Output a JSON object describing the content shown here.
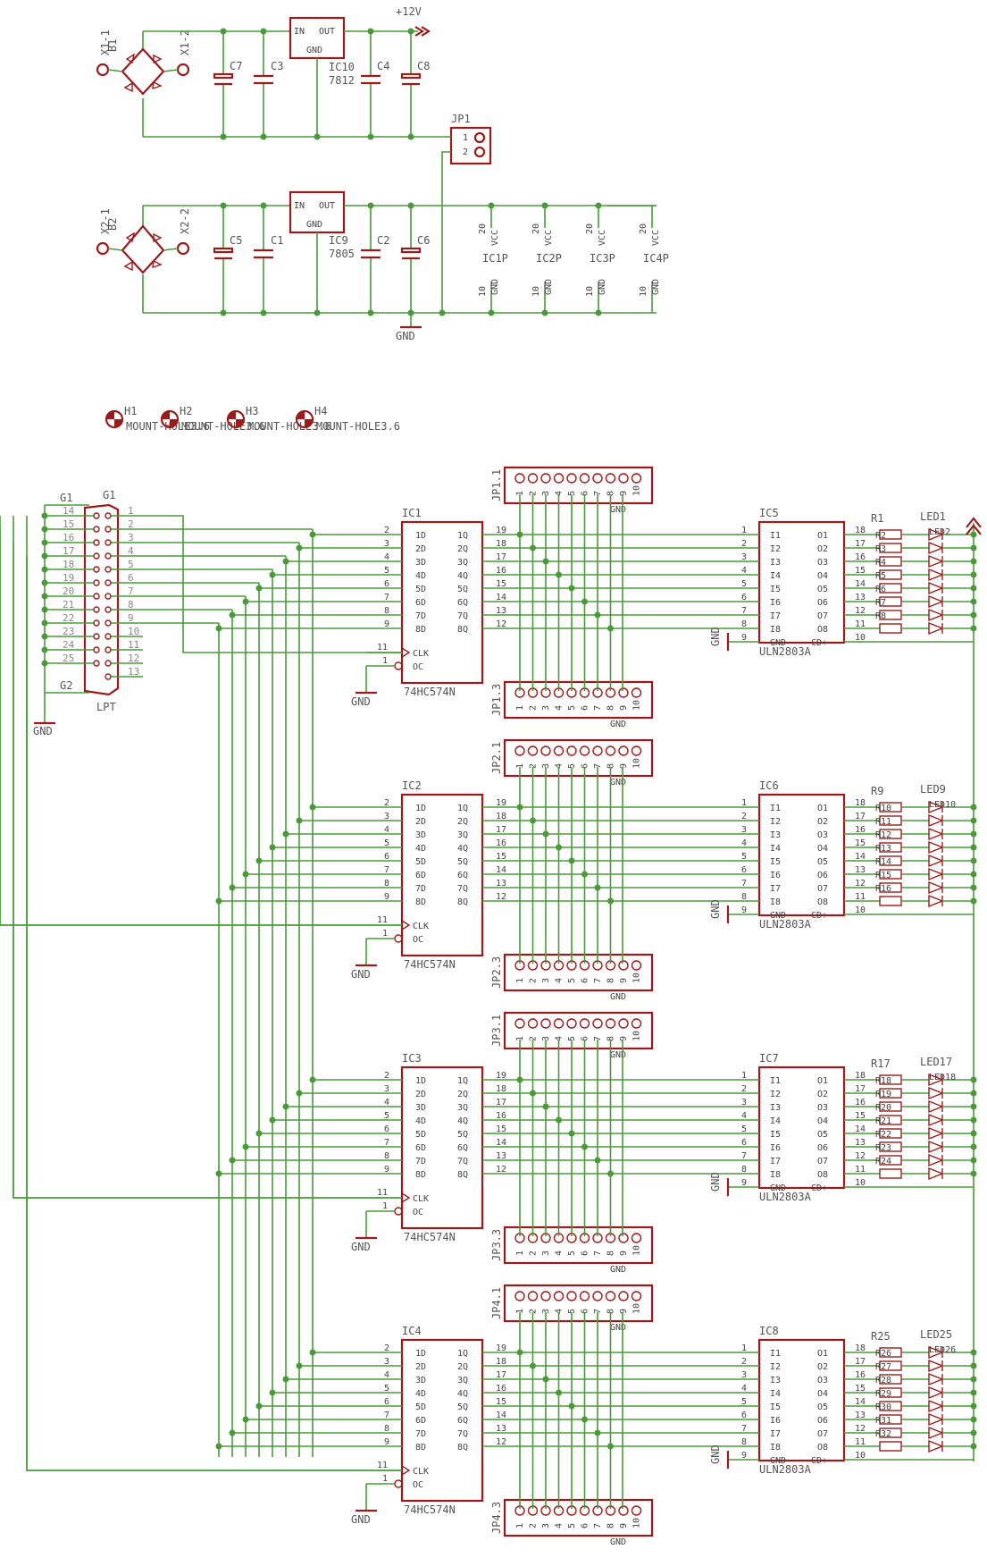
{
  "power": {
    "rail_label": "+12V",
    "gnd_label": "GND",
    "reg1": {
      "name": "IC10",
      "value": "7812",
      "in": "IN",
      "out": "OUT",
      "gnd": "GND"
    },
    "reg2": {
      "name": "IC9",
      "value": "7805",
      "in": "IN",
      "out": "OUT",
      "gnd": "GND"
    },
    "bridge1": "B1",
    "bridge2": "B2",
    "terminals": [
      "X1-1",
      "X1-2",
      "X2-1",
      "X2-2"
    ],
    "caps_top": [
      "C7",
      "C3",
      "C4",
      "C8"
    ],
    "caps_bottom": [
      "C5",
      "C1",
      "C2",
      "C6"
    ],
    "jumper": {
      "name": "JP1",
      "pins": [
        "1",
        "2"
      ]
    },
    "ic_power": [
      {
        "name": "IC1P",
        "vcc": "VCC",
        "gnd": "GND",
        "vcc_pin": "20",
        "gnd_pin": "10"
      },
      {
        "name": "IC2P",
        "vcc": "VCC",
        "gnd": "GND",
        "vcc_pin": "20",
        "gnd_pin": "10"
      },
      {
        "name": "IC3P",
        "vcc": "VCC",
        "gnd": "GND",
        "vcc_pin": "20",
        "gnd_pin": "10"
      },
      {
        "name": "IC4P",
        "vcc": "VCC",
        "gnd": "GND",
        "vcc_pin": "20",
        "gnd_pin": "10"
      }
    ]
  },
  "holes": [
    {
      "name": "H1",
      "value": "MOUNT-HOLE3.6"
    },
    {
      "name": "H2",
      "value": "MOUNT-HOLE3.6"
    },
    {
      "name": "H3",
      "value": "MOUNT-HOLE3.6"
    },
    {
      "name": "H4",
      "value": "MOUNT-HOLE3.6"
    }
  ],
  "lpt": {
    "name": "G1",
    "value": "LPT",
    "shield_top": "G1",
    "shield_bottom": "G2",
    "gnd_label": "GND",
    "left_pins": [
      "14",
      "15",
      "16",
      "17",
      "18",
      "19",
      "20",
      "21",
      "22",
      "23",
      "24",
      "25"
    ],
    "right_pins": [
      "1",
      "2",
      "3",
      "4",
      "5",
      "6",
      "7",
      "8",
      "9",
      "10",
      "11",
      "12",
      "13"
    ]
  },
  "latch_pins": {
    "in_nums": [
      "2",
      "3",
      "4",
      "5",
      "6",
      "7",
      "8",
      "9"
    ],
    "in_names": [
      "1D",
      "2D",
      "3D",
      "4D",
      "5D",
      "6D",
      "7D",
      "8D"
    ],
    "out_names": [
      "1Q",
      "2Q",
      "3Q",
      "4Q",
      "5Q",
      "6Q",
      "7Q",
      "8Q"
    ],
    "out_nums": [
      "19",
      "18",
      "17",
      "16",
      "15",
      "14",
      "13",
      "12"
    ],
    "clk_num": "11",
    "clk": "CLK",
    "oc_num": "1",
    "oc": "OC"
  },
  "driver_pins": {
    "in_nums": [
      "1",
      "2",
      "3",
      "4",
      "5",
      "6",
      "7",
      "8"
    ],
    "in_names": [
      "I1",
      "I2",
      "I3",
      "I4",
      "I5",
      "I6",
      "I7",
      "I8"
    ],
    "out_names": [
      "O1",
      "O2",
      "O3",
      "O4",
      "O5",
      "O6",
      "O7",
      "O8"
    ],
    "out_nums": [
      "18",
      "17",
      "16",
      "15",
      "14",
      "13",
      "12",
      "11"
    ],
    "gnd_num": "9",
    "gnd": "GND",
    "cd_num": "10",
    "cd": "CD+"
  },
  "header_pins": [
    "1",
    "2",
    "3",
    "4",
    "5",
    "6",
    "7",
    "8",
    "9",
    "10"
  ],
  "groups": [
    {
      "latch_name": "IC1",
      "latch_value": "74HC574N",
      "driver_name": "IC5",
      "driver_value": "ULN2803A",
      "header_top": "JP1.1",
      "header_bottom": "JP1.3",
      "r_first": "R1",
      "led_first": "LED1",
      "resistors": [
        "R2",
        "R3",
        "R4",
        "R5",
        "R6",
        "R7",
        "R8"
      ],
      "leds": [
        "LED2"
      ]
    },
    {
      "latch_name": "IC2",
      "latch_value": "74HC574N",
      "driver_name": "IC6",
      "driver_value": "ULN2803A",
      "header_top": "JP2.1",
      "header_bottom": "JP2.3",
      "r_first": "R9",
      "led_first": "LED9",
      "resistors": [
        "R10",
        "R11",
        "R12",
        "R13",
        "R14",
        "R15",
        "R16"
      ],
      "leds": [
        "LED10"
      ]
    },
    {
      "latch_name": "IC3",
      "latch_value": "74HC574N",
      "driver_name": "IC7",
      "driver_value": "ULN2803A",
      "header_top": "JP3.1",
      "header_bottom": "JP3.3",
      "r_first": "R17",
      "led_first": "LED17",
      "resistors": [
        "R18",
        "R19",
        "R20",
        "R21",
        "R22",
        "R23",
        "R24"
      ],
      "leds": [
        "LED18"
      ]
    },
    {
      "latch_name": "IC4",
      "latch_value": "74HC574N",
      "driver_name": "IC8",
      "driver_value": "ULN2803A",
      "header_top": "JP4.1",
      "header_bottom": "JP4.3",
      "r_first": "R25",
      "led_first": "LED25",
      "resistors": [
        "R26",
        "R27",
        "R28",
        "R29",
        "R30",
        "R31",
        "R32"
      ],
      "leds": [
        "LED26"
      ]
    }
  ],
  "gnd_label": "GND"
}
